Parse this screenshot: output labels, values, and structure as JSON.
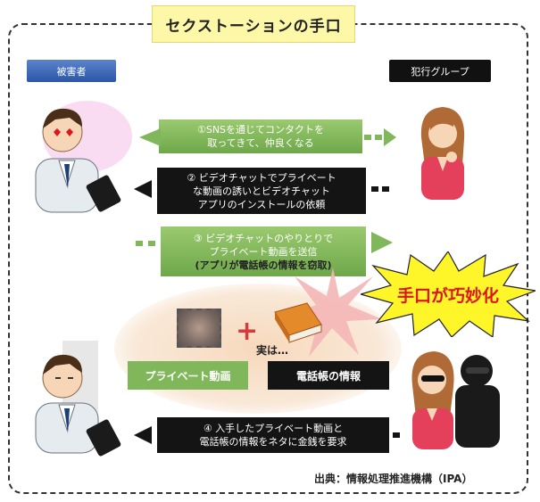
{
  "title": "セクストーションの手口",
  "roles": {
    "victim": "被害者",
    "criminal": "犯行グループ"
  },
  "steps": [
    {
      "lines": [
        "①SNSを通じてコンタクトを",
        "取ってきて、仲良くなる"
      ],
      "direction": "to-victim",
      "color": "green"
    },
    {
      "lines": [
        "② ビデオチャットでプライベート",
        "な動画の誘いとビデオチャット",
        "アプリのインストールの依頼"
      ],
      "direction": "to-victim",
      "color": "black"
    },
    {
      "lines": [
        "③ ビデオチャットのやりとりで",
        "プライベート動画を送信"
      ],
      "sub": "(アプリが電話帳の情報を窃取)",
      "direction": "to-criminal",
      "color": "green"
    },
    {
      "lines": [
        "④ 入手したプライベート動画と",
        "電話帳の情報をネタに金銭を要求"
      ],
      "direction": "to-victim",
      "color": "black"
    }
  ],
  "middle": {
    "private_video": "プライベート動画",
    "phonebook": "電話帳の情報",
    "actually": "実は…",
    "plus": "+"
  },
  "callout": "手口が巧妙化",
  "source": "出典：情報処理推進機構（IPA）",
  "colors": {
    "green": "#7fb75a",
    "black": "#141414",
    "title_bg": "#fdf7a8",
    "callout_text": "#e0141b",
    "callout_bg": "#fff62a"
  }
}
